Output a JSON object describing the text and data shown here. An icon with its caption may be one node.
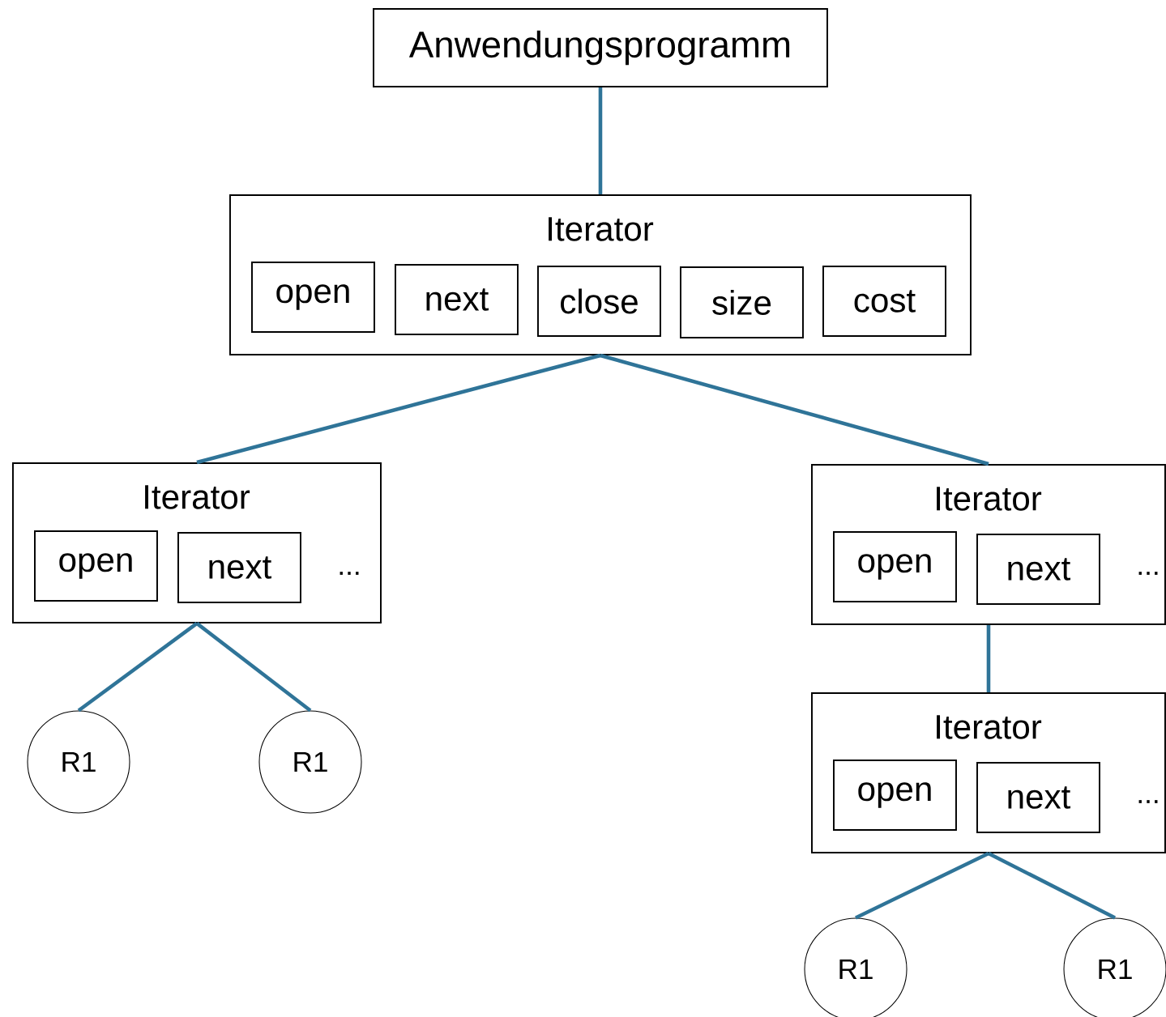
{
  "diagram": {
    "nodes": [
      {
        "text": [
          "Anwendungsprogramm"
        ]
      },
      {
        "text": [
          "Iterator"
        ]
      },
      {
        "text": [
          "open"
        ],
        "in": 1
      },
      {
        "text": [
          "next"
        ],
        "in": 1
      },
      {
        "text": [
          "close"
        ],
        "in": 1
      },
      {
        "text": [
          "size"
        ],
        "in": 1
      },
      {
        "text": [
          "cost"
        ],
        "in": 1
      },
      {
        "text": [
          "Iterator",
          "..."
        ]
      },
      {
        "text": [
          "open"
        ],
        "in": 7
      },
      {
        "text": [
          "next"
        ],
        "in": 7
      },
      {
        "text": [
          "Iterator",
          "..."
        ]
      },
      {
        "text": [
          "open"
        ],
        "in": 10
      },
      {
        "text": [
          "next"
        ],
        "in": 10
      },
      {
        "text": [
          "Iterator",
          "..."
        ]
      },
      {
        "text": [
          "open"
        ],
        "in": 13
      },
      {
        "text": [
          "next"
        ],
        "in": 13
      },
      {
        "text": [
          "R1"
        ]
      },
      {
        "text": [
          "R1"
        ]
      },
      {
        "text": [
          "R1"
        ]
      },
      {
        "text": [
          "R1"
        ]
      }
    ],
    "edges": [
      {
        "from": 0,
        "to": 1,
        "arrow": "none"
      },
      {
        "from": 1,
        "to": 7,
        "arrow": "none"
      },
      {
        "from": 1,
        "to": 10,
        "arrow": "none"
      },
      {
        "from": 7,
        "to": 16,
        "arrow": "none"
      },
      {
        "from": 7,
        "to": 17,
        "arrow": "none"
      },
      {
        "from": 10,
        "to": 13,
        "arrow": "none"
      },
      {
        "from": 13,
        "to": 18,
        "arrow": "none"
      },
      {
        "from": 13,
        "to": 19,
        "arrow": "none"
      }
    ]
  }
}
